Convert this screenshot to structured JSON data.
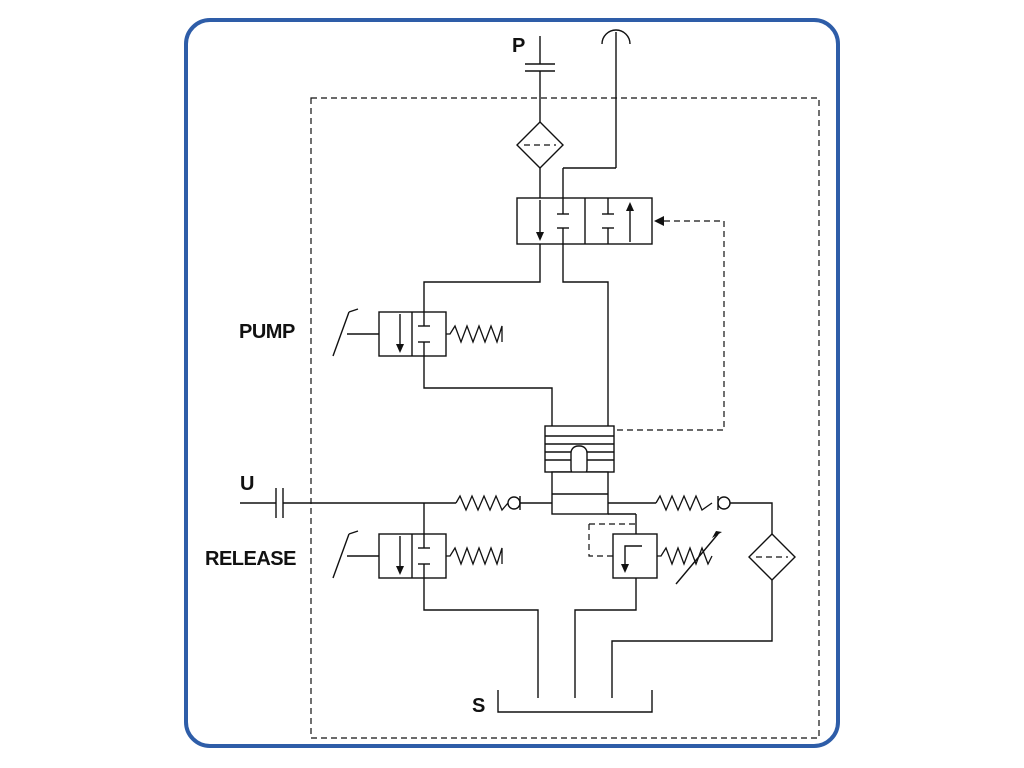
{
  "diagram": {
    "labels": {
      "pressure_port": "P",
      "pump": "PUMP",
      "user_port": "U",
      "release": "RELEASE",
      "supply": "S"
    },
    "colors": {
      "frame": "#2e5da8",
      "lines": "#111111"
    }
  }
}
